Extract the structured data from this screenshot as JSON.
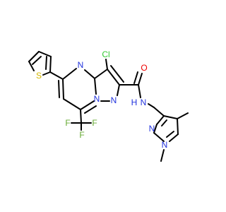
{
  "colors": {
    "carbon": "#000000",
    "nitrogen": "#2233dd",
    "oxygen": "#ee0000",
    "chlorine": "#33cc33",
    "sulfur": "#d4b800",
    "fluorine": "#66aa33"
  },
  "labels": {
    "cl": "Cl",
    "o": "O",
    "nh": "N",
    "h": "H",
    "n1": "N",
    "n2": "N",
    "n3": "N",
    "s": "S",
    "f1": "F",
    "f2": "F",
    "f3": "F",
    "n4": "N",
    "n5": "N"
  }
}
